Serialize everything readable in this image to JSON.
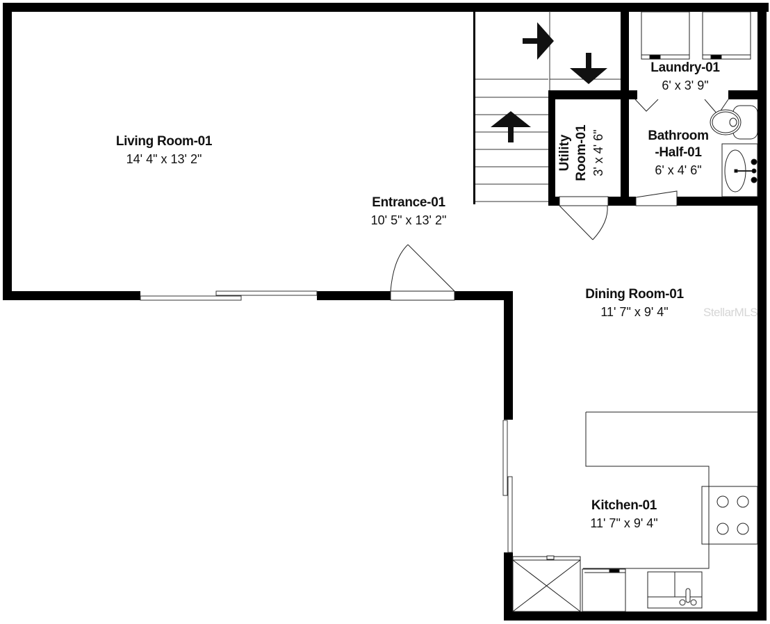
{
  "floorplan": {
    "rooms": [
      {
        "id": "living",
        "name": "Living Room-01",
        "dimensions": "14' 4\" x 13' 2\""
      },
      {
        "id": "entrance",
        "name": "Entrance-01",
        "dimensions": "10' 5\" x 13' 2\""
      },
      {
        "id": "laundry",
        "name": "Laundry-01",
        "dimensions": "6' x 3' 9\""
      },
      {
        "id": "utility",
        "name_line1": "Utility",
        "name_line2": "Room-01",
        "dimensions": "3' x 4' 6\""
      },
      {
        "id": "bathroom",
        "name_line1": "Bathroom",
        "name_line2": "-Half-01",
        "dimensions": "6' x 4' 6\""
      },
      {
        "id": "dining",
        "name": "Dining Room-01",
        "dimensions": "11' 7\" x 9' 4\""
      },
      {
        "id": "kitchen",
        "name": "Kitchen-01",
        "dimensions": "11' 7\" x 9' 4\""
      }
    ],
    "watermark": "StellarMLS",
    "colors": {
      "wall": "#000000",
      "background": "#ffffff",
      "fixture_line": "#222222",
      "watermark": "#d6d6d6"
    }
  }
}
